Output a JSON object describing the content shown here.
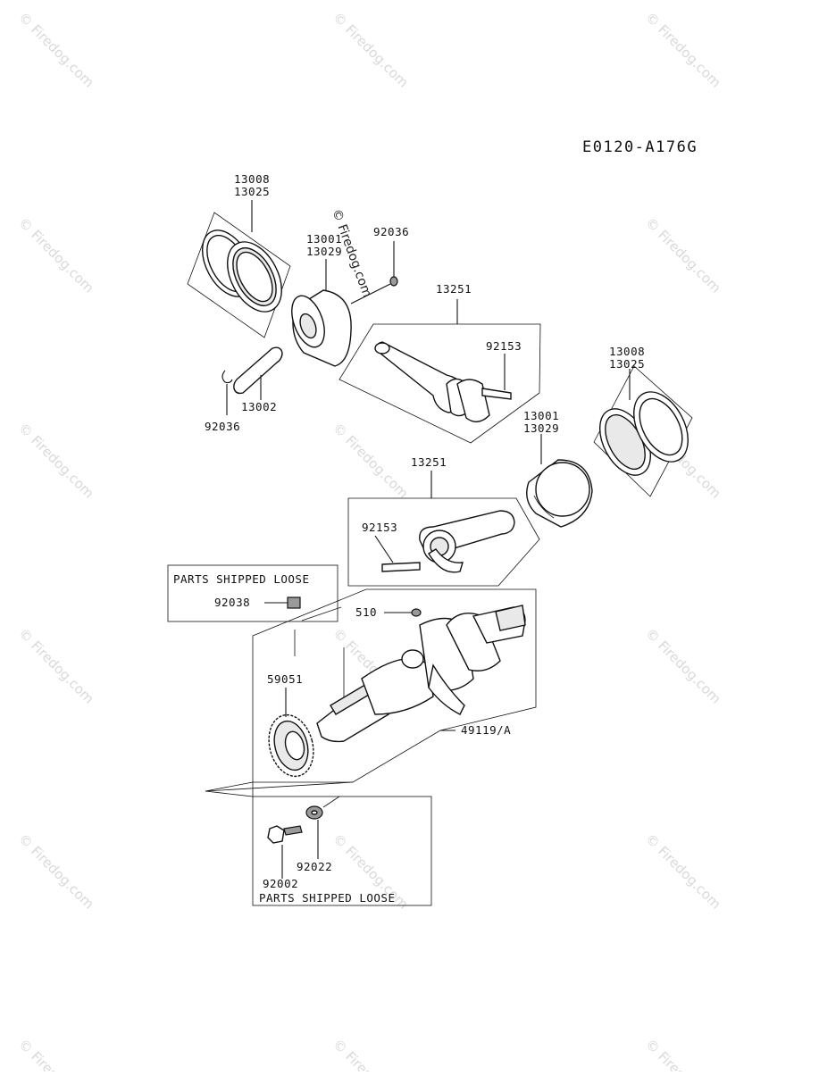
{
  "diagram": {
    "code": "E0120-A176G",
    "watermark": "© Firedog.com",
    "labels": {
      "rings_a": [
        "13008",
        "13025"
      ],
      "piston_a": [
        "13001",
        "13029"
      ],
      "clip_top": "92036",
      "conrod_a": "13251",
      "bolt_a": "92153",
      "pin": "13002",
      "clip_bottom": "92036",
      "rings_b": [
        "13008",
        "13025"
      ],
      "piston_b": [
        "13001",
        "13029"
      ],
      "conrod_b": "13251",
      "bolt_b": "92153",
      "loose_1_title": "PARTS SHIPPED LOOSE",
      "key_pin": "92038",
      "woodruff": "510",
      "gear": "59051",
      "crankshaft": "49119/A",
      "bolt_c": "92002",
      "washer": "92022",
      "loose_2_title": "PARTS SHIPPED LOOSE"
    }
  }
}
